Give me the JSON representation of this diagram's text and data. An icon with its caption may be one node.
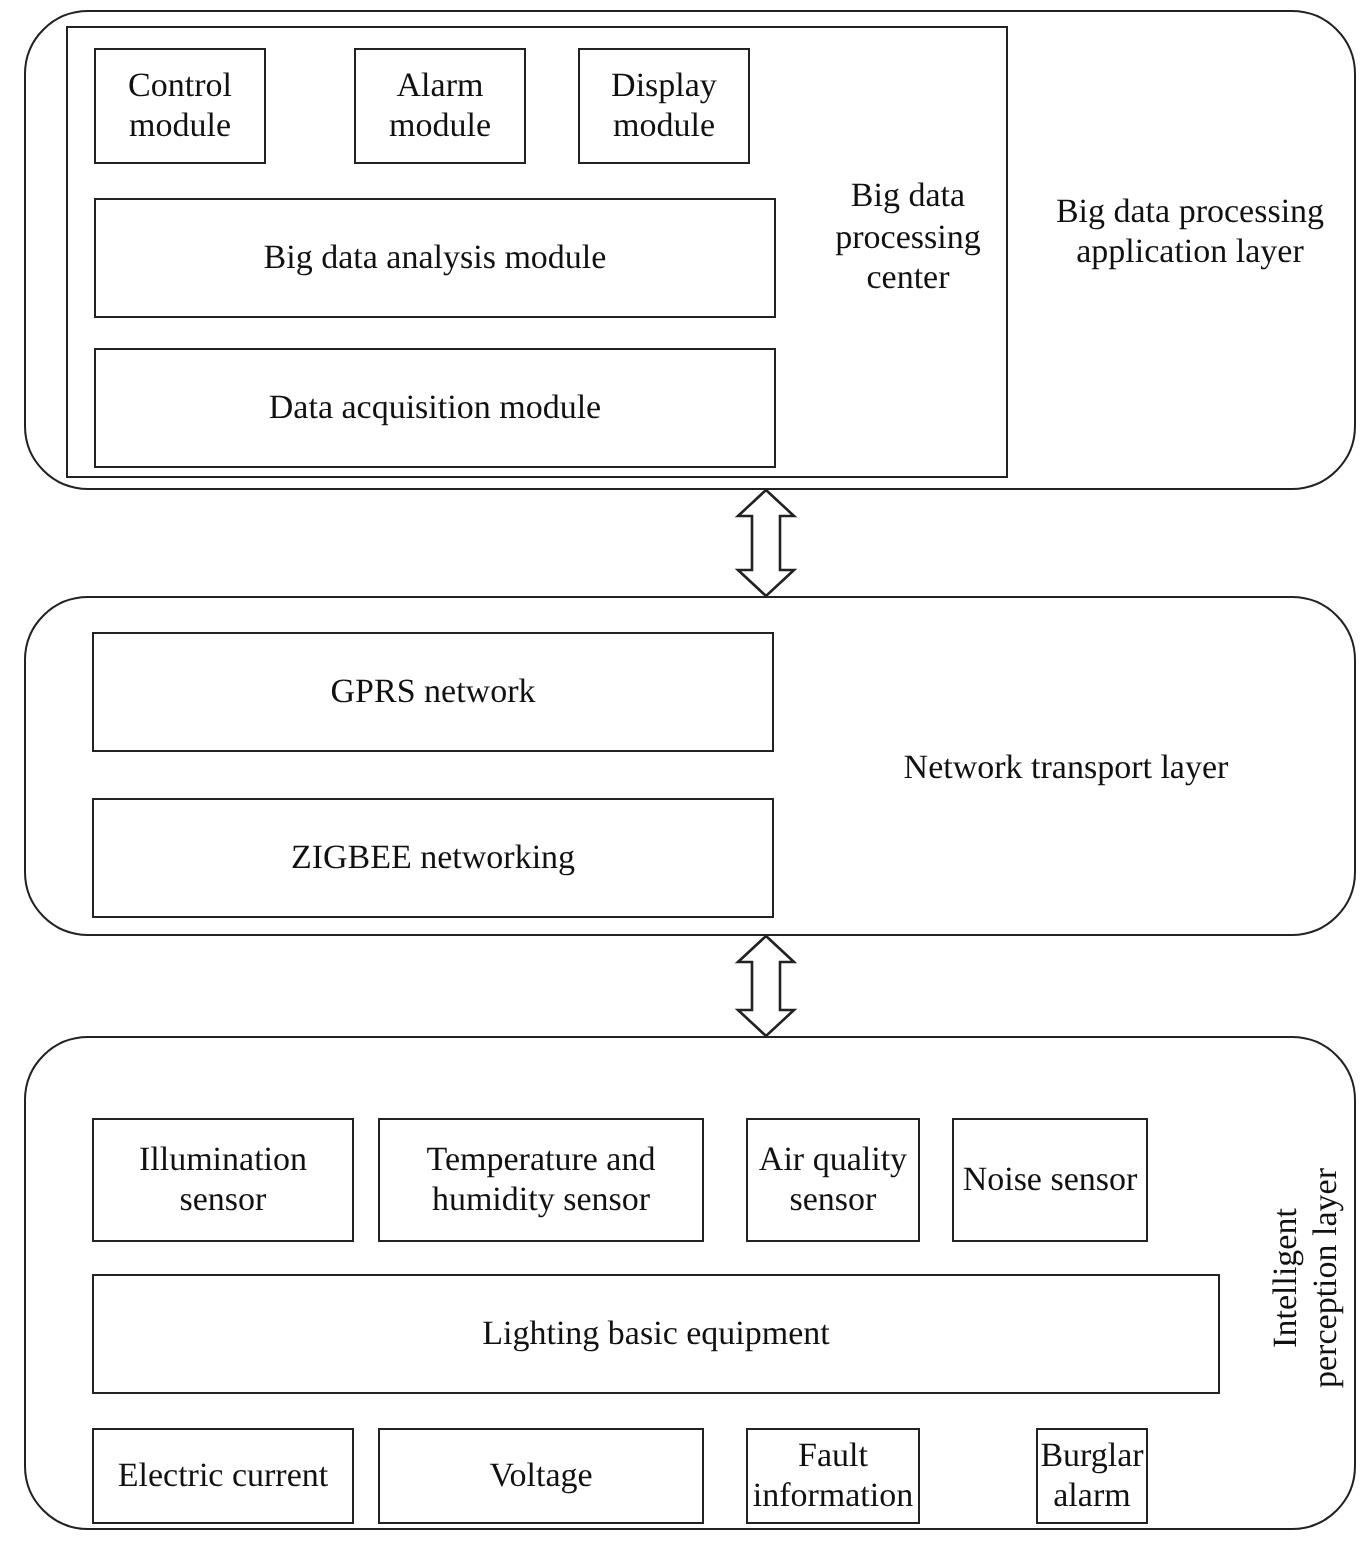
{
  "diagram": {
    "nodes": [
      {
        "text": [
          "Big data processing application layer"
        ]
      },
      {
        "text": [
          "Big data processing center"
        ],
        "in": 0
      },
      {
        "text": [
          "Control module"
        ],
        "in": 1
      },
      {
        "text": [
          "Alarm module"
        ],
        "in": 1
      },
      {
        "text": [
          "Display module"
        ],
        "in": 1
      },
      {
        "text": [
          "Big data analysis module"
        ],
        "in": 1
      },
      {
        "text": [
          "Data acquisition module"
        ],
        "in": 1
      },
      {
        "text": [
          "Network transport layer"
        ]
      },
      {
        "text": [
          "GPRS network"
        ],
        "in": 7
      },
      {
        "text": [
          "ZIGBEE networking"
        ],
        "in": 7
      },
      {
        "text": [
          "Intelligent perception layer"
        ]
      },
      {
        "text": [
          "Illumination sensor"
        ],
        "in": 10
      },
      {
        "text": [
          "Temperature and humidity sensor"
        ],
        "in": 10
      },
      {
        "text": [
          "Air quality sensor"
        ],
        "in": 10
      },
      {
        "text": [
          "Noise sensor"
        ],
        "in": 10
      },
      {
        "text": [
          "Lighting basic equipment"
        ],
        "in": 10
      },
      {
        "text": [
          "Electric current"
        ],
        "in": 10
      },
      {
        "text": [
          "Voltage"
        ],
        "in": 10
      },
      {
        "text": [
          "Fault information"
        ],
        "in": 10
      },
      {
        "text": [
          "Burglar alarm"
        ],
        "in": 10
      }
    ],
    "edges": [
      {
        "from": 0,
        "to": 7,
        "arrow": "both"
      },
      {
        "from": 7,
        "to": 10,
        "arrow": "both"
      }
    ]
  }
}
